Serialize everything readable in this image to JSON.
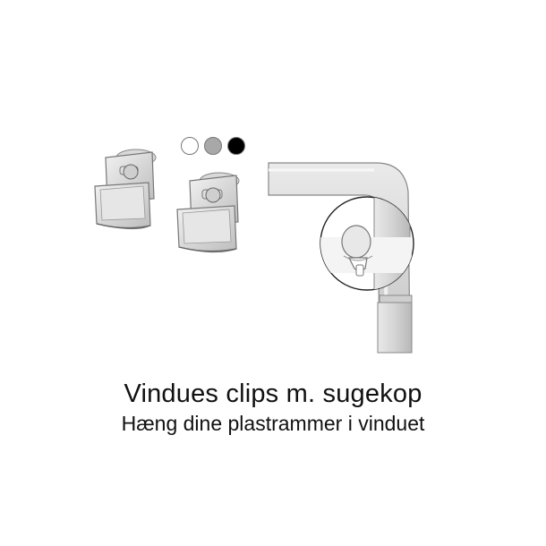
{
  "caption": {
    "title": "Vindues clips m. sugekop",
    "subtitle": "Hæng dine plastrammer i vinduet"
  },
  "color_options": [
    {
      "name": "white",
      "hex": "#ffffff"
    },
    {
      "name": "grey",
      "hex": "#a8a8a8"
    },
    {
      "name": "black",
      "hex": "#000000"
    }
  ],
  "icons": [
    "suction-clip-icon",
    "suction-clip-icon",
    "window-frame-detail-icon"
  ]
}
